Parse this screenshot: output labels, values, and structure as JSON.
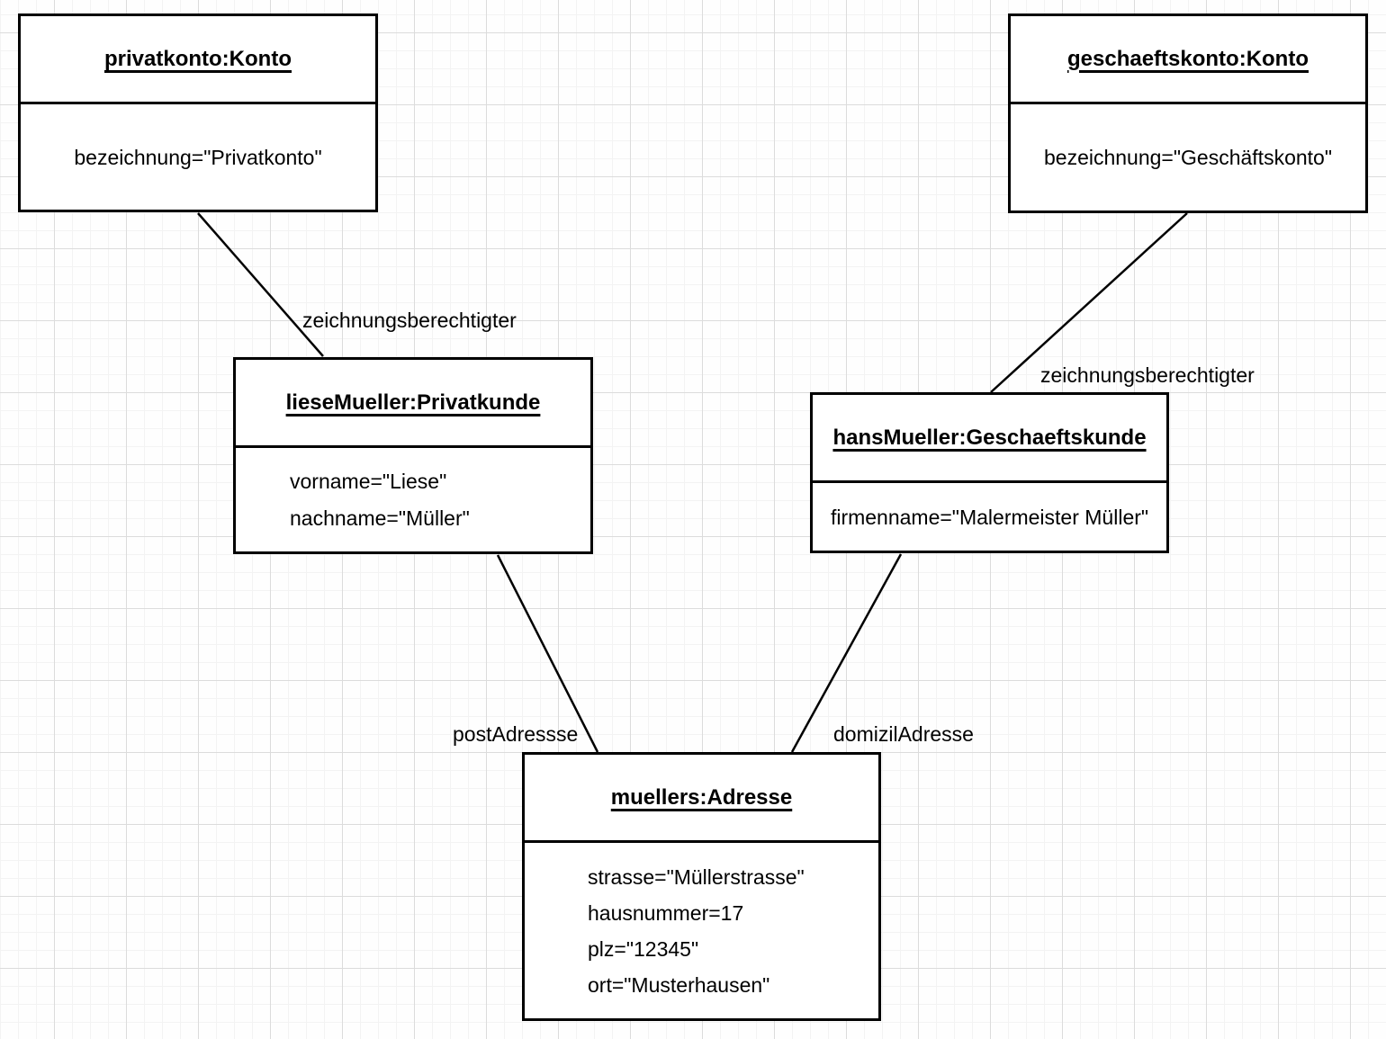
{
  "boxes": {
    "privatkonto": {
      "title": "privatkonto:Konto",
      "attributes": [
        "bezeichnung=\"Privatkonto\""
      ]
    },
    "geschaeftskonto": {
      "title": "geschaeftskonto:Konto",
      "attributes": [
        "bezeichnung=\"Geschäftskonto\""
      ]
    },
    "lieseMueller": {
      "title": "lieseMueller:Privatkunde",
      "attributes": [
        "vorname=\"Liese\"",
        "nachname=\"Müller\""
      ]
    },
    "hansMueller": {
      "title": "hansMueller:Geschaeftskunde",
      "attributes": [
        "firmenname=\"Malermeister Müller\""
      ]
    },
    "muellers": {
      "title": "muellers:Adresse",
      "attributes": [
        "strasse=\"Müllerstrasse\"",
        "hausnummer=17",
        "plz=\"12345\"",
        "ort=\"Musterhausen\""
      ]
    }
  },
  "connector_labels": [
    {
      "text": "zeichnungsberechtigter"
    },
    {
      "text": "zeichnungsberechtigter"
    },
    {
      "text": "postAdressse"
    },
    {
      "text": "domizilAdresse"
    }
  ],
  "colors": {
    "line": "#000000",
    "box_border": "#000000",
    "box_fill": "#ffffff",
    "text": "#000000",
    "grid_minor": "#f3f3f3",
    "grid_major": "#dcdcdc",
    "background": "#fefefe"
  }
}
